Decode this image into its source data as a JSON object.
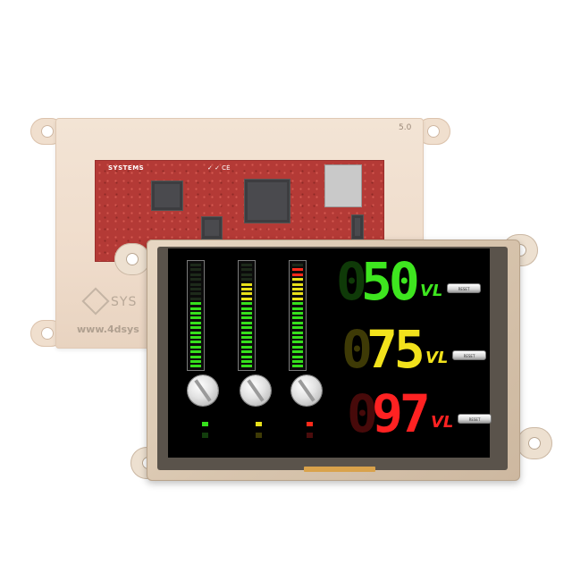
{
  "rear_module": {
    "size_badge": "5.0",
    "pcb_logo": "SYSTEMS",
    "pcb_marks": "✓ ✓ CE",
    "bezel_logo": "SYS",
    "bezel_url": "www.4dsys"
  },
  "display": {
    "channels": [
      {
        "value": "50",
        "ghost": "0",
        "unit": "VL",
        "color": "#3ee61f",
        "ghost_color": "#0f3a08",
        "reset_label": "RESET",
        "level": 0.62
      },
      {
        "value": "75",
        "ghost": "0",
        "unit": "VL",
        "color": "#f2e21c",
        "ghost_color": "#3e3a06",
        "reset_label": "RESET",
        "level": 0.8
      },
      {
        "value": "97",
        "ghost": "0",
        "unit": "VL",
        "color": "#ff2222",
        "ghost_color": "#470a0a",
        "reset_label": "RESET",
        "level": 0.96
      }
    ],
    "colors": {
      "bar_green": "#36e01c",
      "bar_yellow": "#e8e01a",
      "bar_red": "#ff2a1a",
      "bar_off": "#1d2a1a"
    }
  }
}
